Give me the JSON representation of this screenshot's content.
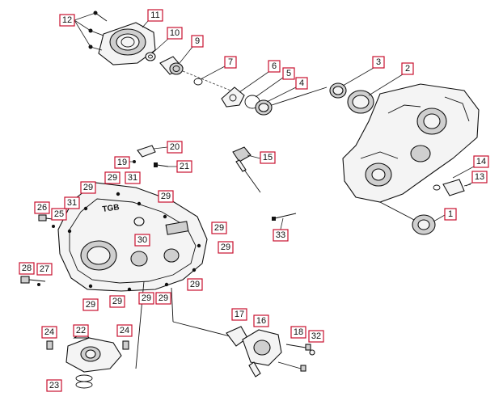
{
  "diagram": {
    "colors": {
      "callout_border": "#c8102e",
      "line": "#111111"
    },
    "cover_logo": "TGB",
    "callouts": [
      {
        "id": "c1",
        "label": "1"
      },
      {
        "id": "c2",
        "label": "2"
      },
      {
        "id": "c3",
        "label": "3"
      },
      {
        "id": "c4",
        "label": "4"
      },
      {
        "id": "c5",
        "label": "5"
      },
      {
        "id": "c6",
        "label": "6"
      },
      {
        "id": "c7",
        "label": "7"
      },
      {
        "id": "c9",
        "label": "9"
      },
      {
        "id": "c10",
        "label": "10"
      },
      {
        "id": "c11",
        "label": "11"
      },
      {
        "id": "c12",
        "label": "12"
      },
      {
        "id": "c13",
        "label": "13"
      },
      {
        "id": "c14",
        "label": "14"
      },
      {
        "id": "c15",
        "label": "15"
      },
      {
        "id": "c16",
        "label": "16"
      },
      {
        "id": "c17",
        "label": "17"
      },
      {
        "id": "c18",
        "label": "18"
      },
      {
        "id": "c19",
        "label": "19"
      },
      {
        "id": "c20",
        "label": "20"
      },
      {
        "id": "c21",
        "label": "21"
      },
      {
        "id": "c22",
        "label": "22"
      },
      {
        "id": "c23",
        "label": "23"
      },
      {
        "id": "c24a",
        "label": "24"
      },
      {
        "id": "c24b",
        "label": "24"
      },
      {
        "id": "c25",
        "label": "25"
      },
      {
        "id": "c26",
        "label": "26"
      },
      {
        "id": "c27",
        "label": "27"
      },
      {
        "id": "c28",
        "label": "28"
      },
      {
        "id": "c29a",
        "label": "29"
      },
      {
        "id": "c29b",
        "label": "29"
      },
      {
        "id": "c29c",
        "label": "29"
      },
      {
        "id": "c29d",
        "label": "29"
      },
      {
        "id": "c29e",
        "label": "29"
      },
      {
        "id": "c29f",
        "label": "29"
      },
      {
        "id": "c29g",
        "label": "29"
      },
      {
        "id": "c29h",
        "label": "29"
      },
      {
        "id": "c29i",
        "label": "29"
      },
      {
        "id": "c30",
        "label": "30"
      },
      {
        "id": "c31a",
        "label": "31"
      },
      {
        "id": "c31b",
        "label": "31"
      },
      {
        "id": "c32",
        "label": "32"
      },
      {
        "id": "c33",
        "label": "33"
      }
    ]
  }
}
